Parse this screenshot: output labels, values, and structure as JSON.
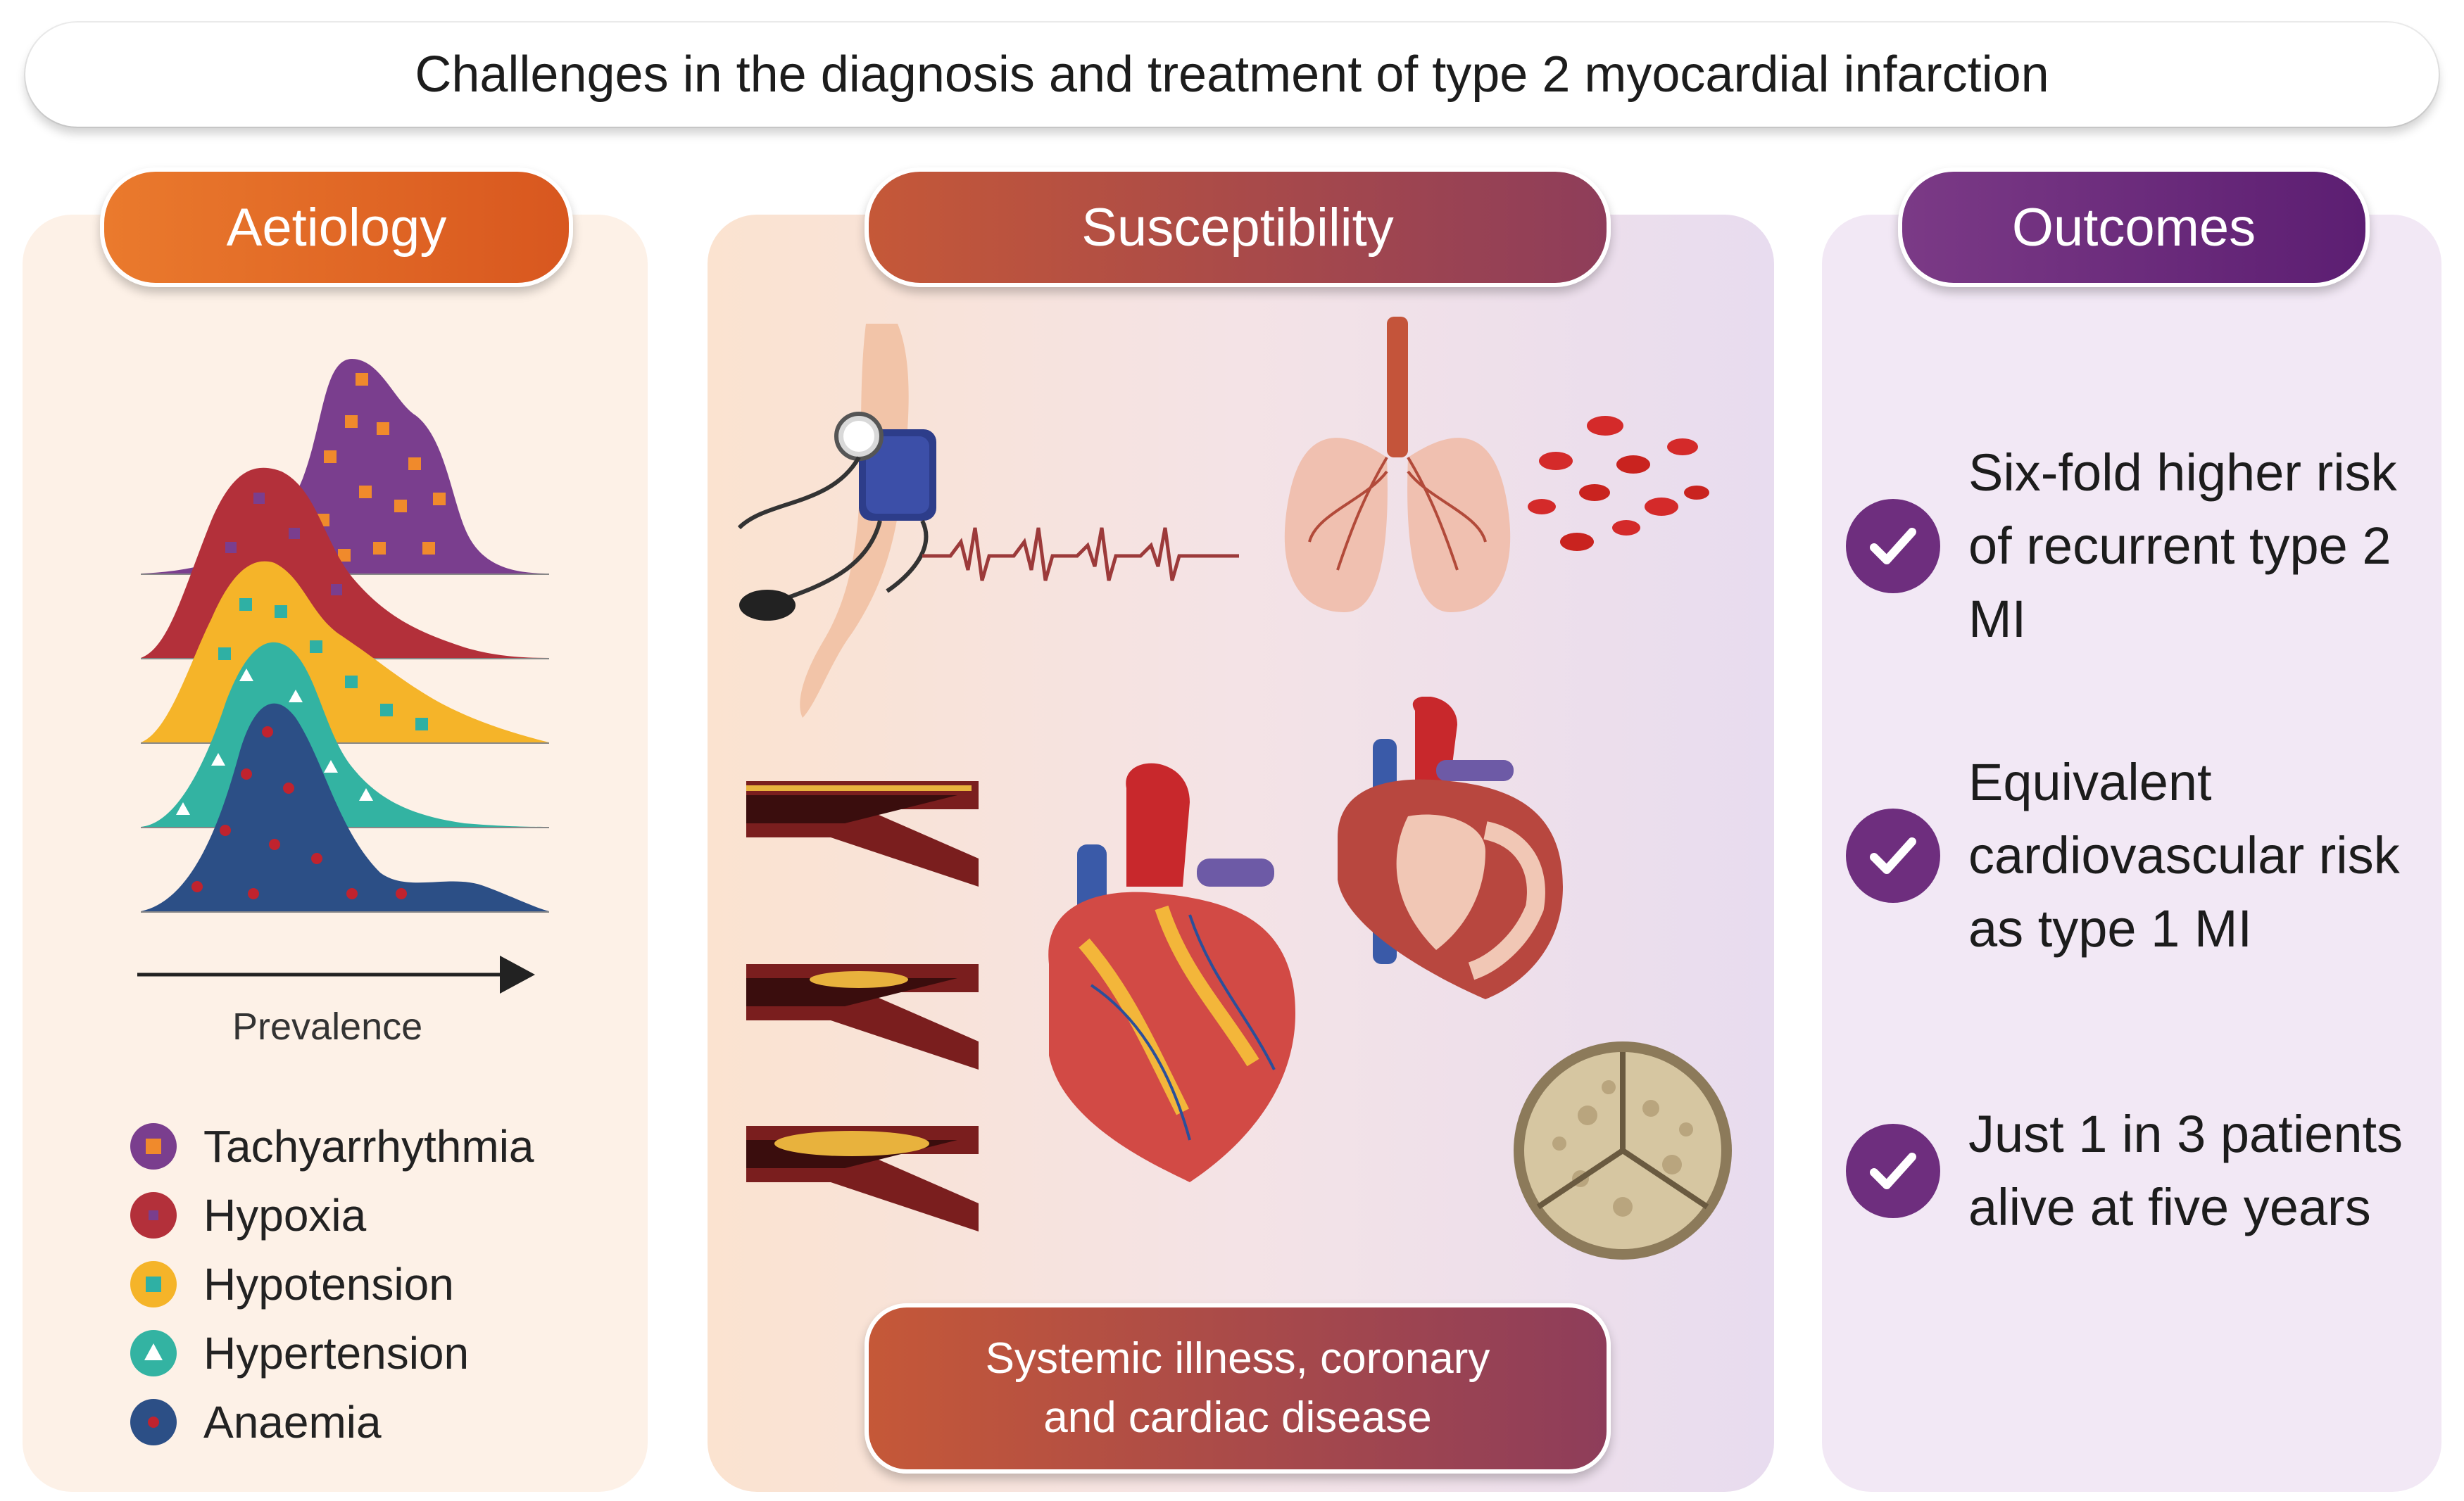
{
  "title": "Challenges in the diagnosis and treatment of type 2 myocardial infarction",
  "sections": {
    "aetiology": "Aetiology",
    "susceptibility": "Susceptibility",
    "outcomes": "Outcomes"
  },
  "aetiology": {
    "axis_label": "Prevalence",
    "legend": [
      {
        "label": "Tachyarrhythmia",
        "color": "#7a3e8e",
        "marker": "square",
        "marker_color": "#f08a2c"
      },
      {
        "label": "Hypoxia",
        "color": "#b3303a",
        "marker": "square",
        "marker_color": "#7a3e8e"
      },
      {
        "label": "Hypotension",
        "color": "#f5b429",
        "marker": "square",
        "marker_color": "#2fb0a4"
      },
      {
        "label": "Hypertension",
        "color": "#33b3a2",
        "marker": "triangle",
        "marker_color": "#ffffff"
      },
      {
        "label": "Anaemia",
        "color": "#2c4f86",
        "marker": "circle",
        "marker_color": "#c0232e"
      }
    ]
  },
  "susceptibility": {
    "illustrations": [
      "blood-pressure-cuff-arm",
      "ecg-trace",
      "lungs",
      "red-blood-cells",
      "atherosclerotic-arteries",
      "heart-exterior",
      "heart-cross-section",
      "aortic-valve"
    ],
    "footer": [
      "Systemic illness, coronary",
      "and cardiac disease"
    ]
  },
  "outcomes": {
    "items": [
      {
        "lines": [
          "Six-fold higher risk",
          "of recurrent type 2",
          "MI"
        ]
      },
      {
        "lines": [
          "Equivalent",
          "cardiovascular risk",
          "as type 1 MI"
        ]
      },
      {
        "lines": [
          "Just 1 in 3 patients",
          "alive at five years"
        ]
      }
    ]
  }
}
